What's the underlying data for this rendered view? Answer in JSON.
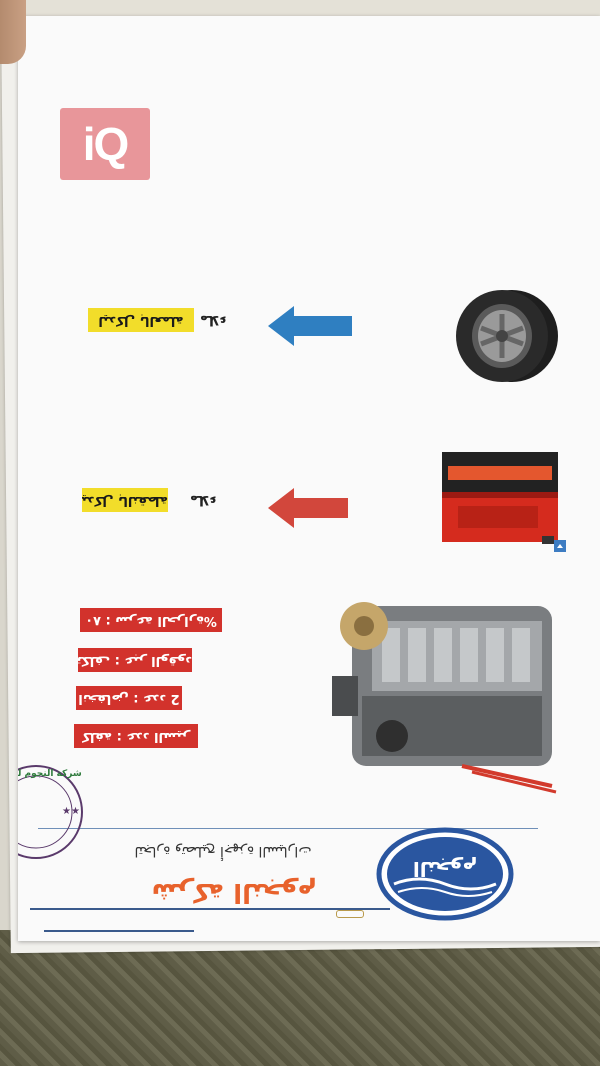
{
  "watermark": {
    "text": "iQ"
  },
  "components": [
    {
      "name": "tire",
      "icon": "tire-icon",
      "arrow_color": "#2f7fc1",
      "label_word": "ملاء",
      "label_box": "ليدكل بالعملة",
      "label_box_color": "#f2dd2a"
    },
    {
      "name": "battery",
      "icon": "battery-icon",
      "arrow_color": "#d2473c",
      "label_word": "ملاء",
      "label_box": "ليدكل بالنقطة",
      "label_box_color": "#f2dd2a"
    }
  ],
  "engine": {
    "icon": "engine-icon",
    "specs": [
      "%٨٠ : سرعة الحرارة",
      "تكلف : عبر الوقود",
      "انخفاض : عدد 2",
      "كلفة : عدد السير"
    ],
    "spec_color": "#d2322c"
  },
  "brand": {
    "title": "شركة النجوم",
    "subtitle": "لتجارة وتصليح أجهزة السيارات",
    "logo_text": "النجوم",
    "stamp_text": "شركة النجوم للتجارة",
    "accent": "#e8622c",
    "logo_color": "#2a56a0"
  },
  "corner_icon": "small-blue-badge-icon"
}
